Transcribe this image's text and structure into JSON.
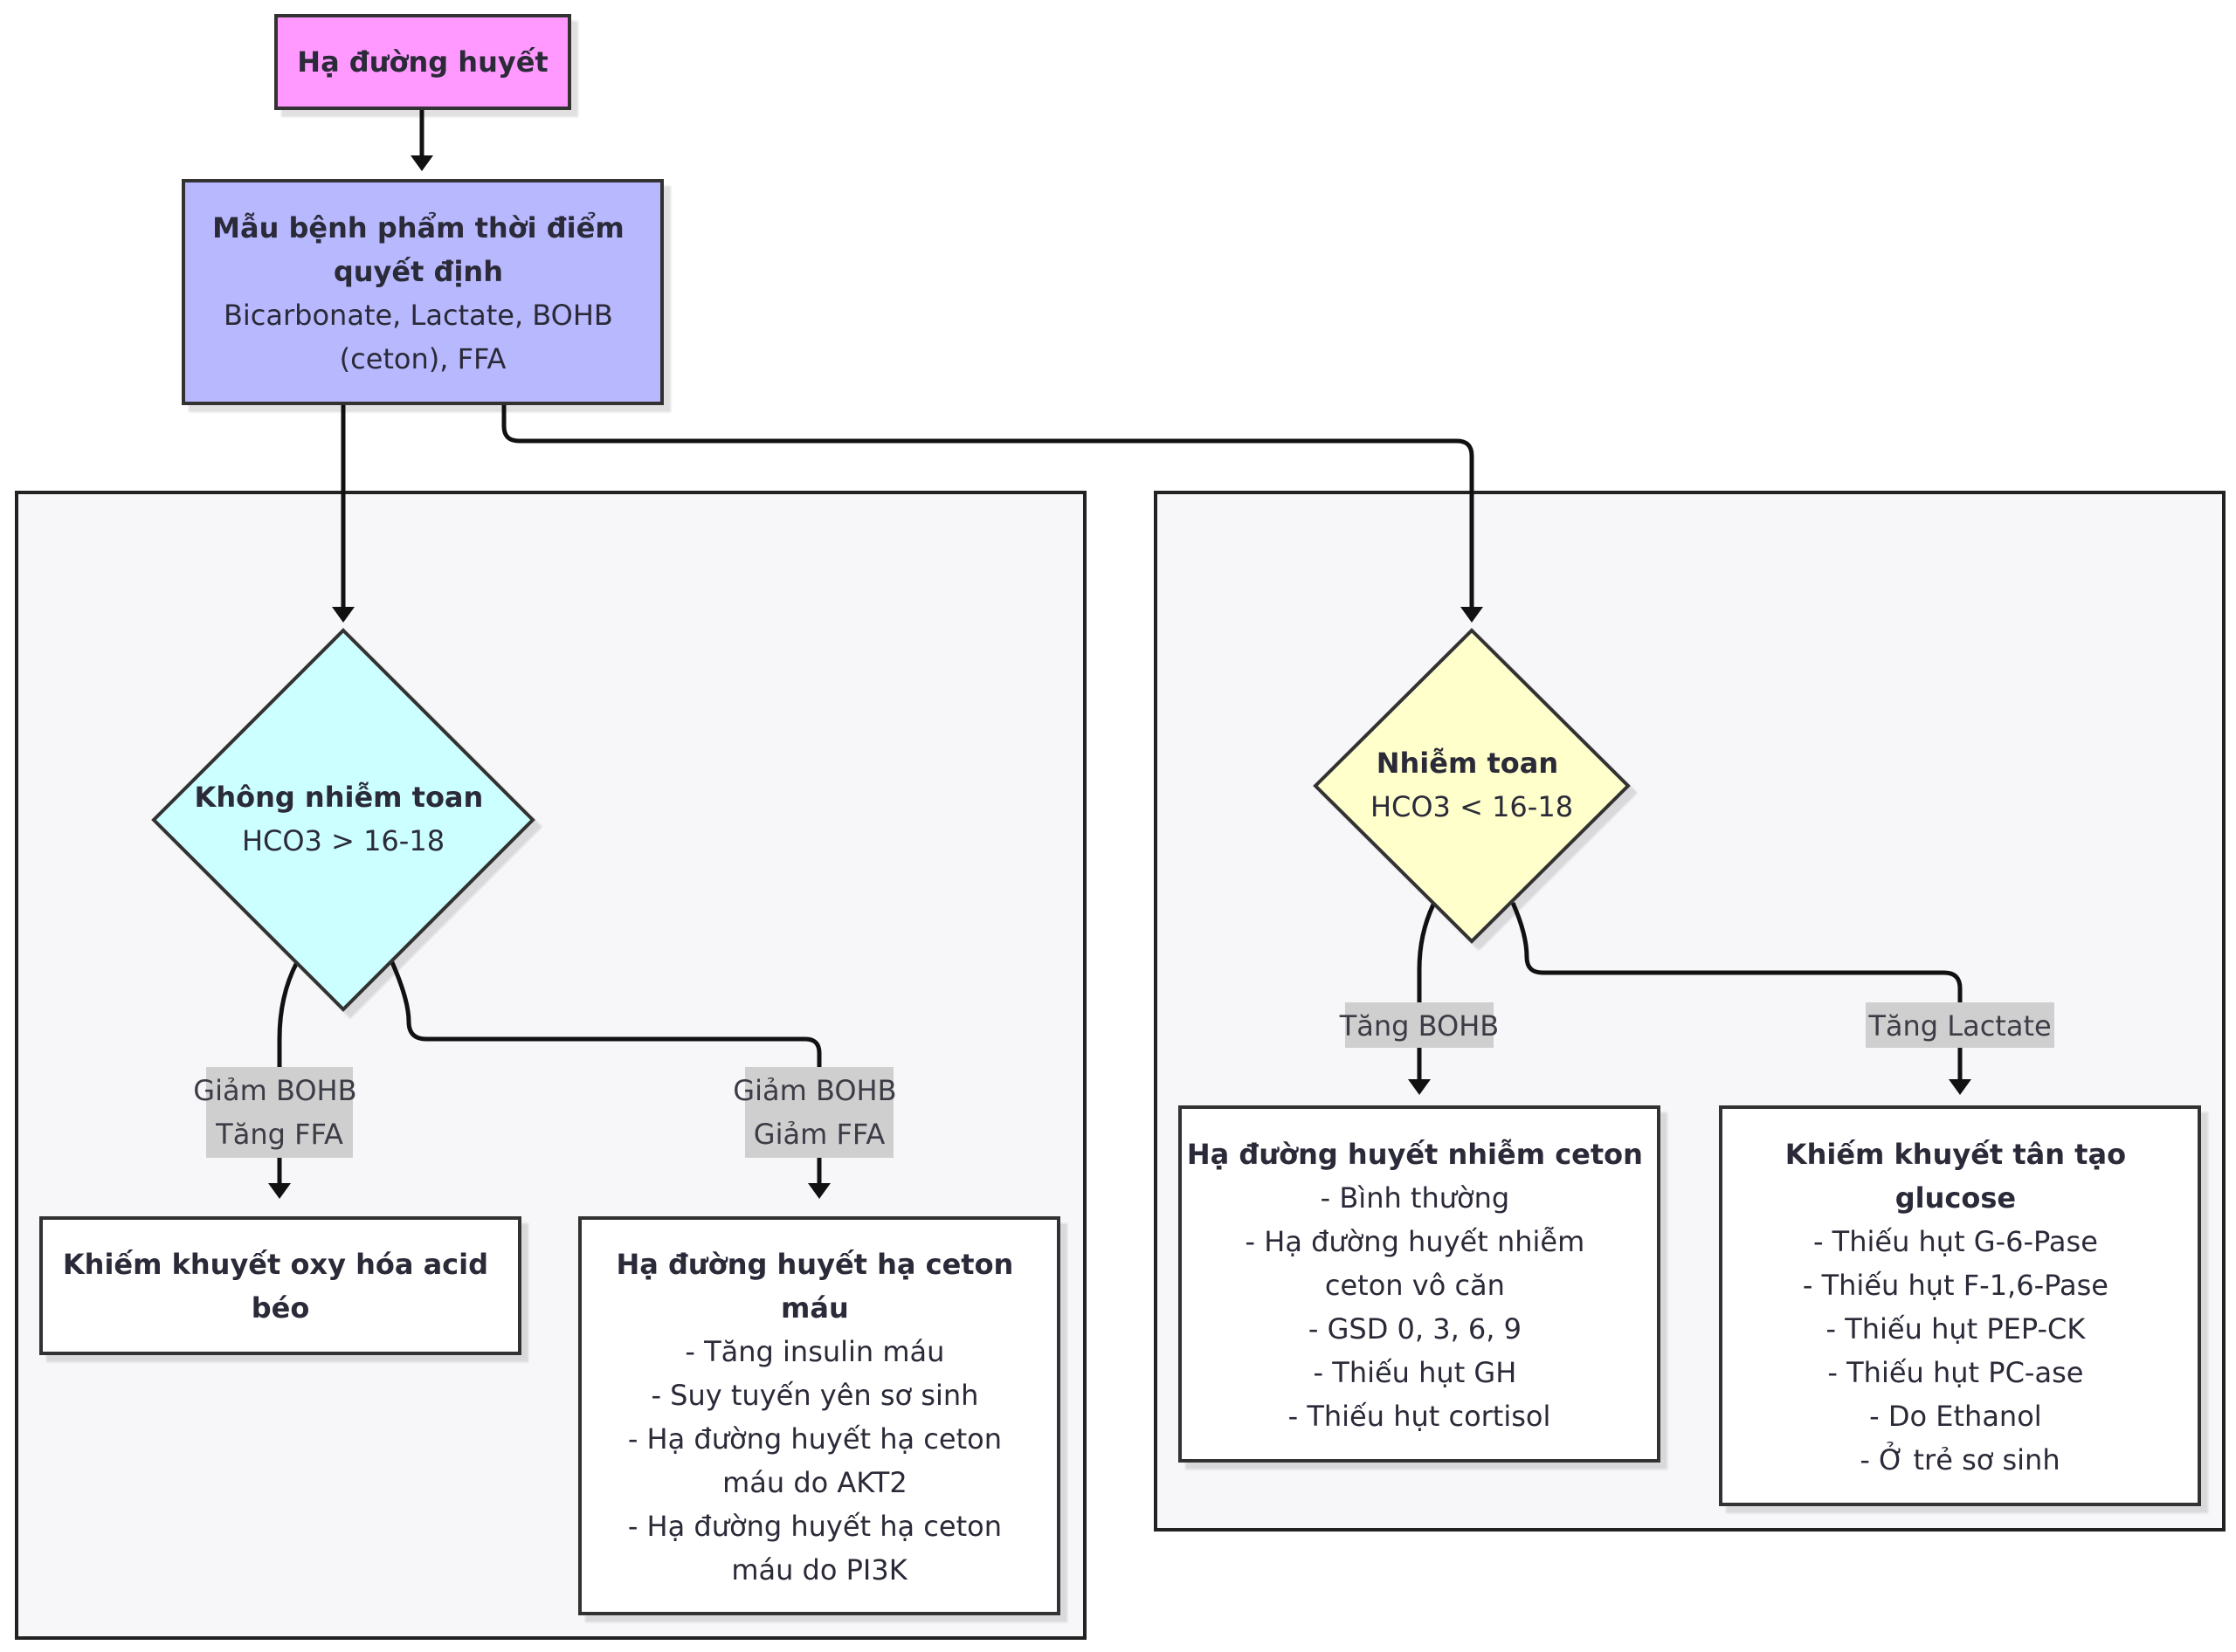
{
  "nodes": {
    "root": {
      "title": "Hạ đường huyết",
      "lines": []
    },
    "sample": {
      "title_lines": [
        "Mẫu bệnh phẩm thời điểm",
        "quyết định"
      ],
      "lines": [
        "Bicarbonate, Lactate, BOHB",
        "(ceton), FFA"
      ]
    },
    "no_acidosis": {
      "title": "Không nhiễm toan",
      "lines": [
        "HCO3 > 16-18"
      ]
    },
    "acidosis": {
      "title": "Nhiễm toan",
      "lines": [
        "HCO3 < 16-18"
      ]
    },
    "fao_defect": {
      "title_lines": [
        "Khiếm khuyết oxy hóa acid",
        "béo"
      ],
      "lines": []
    },
    "hypoketotic": {
      "title_lines": [
        "Hạ đường huyết hạ ceton",
        "máu"
      ],
      "lines": [
        "- Tăng insulin máu",
        "- Suy tuyến yên sơ sinh",
        "- Hạ đường huyết hạ ceton",
        "máu do AKT2",
        "- Hạ đường huyết hạ ceton",
        "máu do PI3K"
      ]
    },
    "ketotic": {
      "title_lines": [
        "Hạ đường huyết nhiễm ceton"
      ],
      "lines": [
        "- Bình thường",
        "- Hạ đường huyết nhiễm",
        "ceton vô căn",
        "- GSD 0, 3, 6, 9",
        "- Thiếu hụt GH",
        "- Thiếu hụt cortisol"
      ]
    },
    "gluconeo_defect": {
      "title_lines": [
        "Khiếm khuyết tân tạo",
        "glucose"
      ],
      "lines": [
        "- Thiếu hụt G-6-Pase",
        "- Thiếu hụt F-1,6-Pase",
        "- Thiếu hụt PEP-CK",
        "- Thiếu hụt PC-ase",
        "- Do Ethanol",
        "- Ở trẻ sơ sinh"
      ]
    }
  },
  "edge_labels": {
    "low_bohb_high_ffa": [
      "Giảm BOHB",
      "Tăng FFA"
    ],
    "low_bohb_low_ffa": [
      "Giảm BOHB",
      "Giảm FFA"
    ],
    "high_bohb": [
      "Tăng BOHB"
    ],
    "high_lactate": [
      "Tăng Lactate"
    ]
  },
  "colors": {
    "root_fill": "#ff99ff",
    "sample_fill": "#b8b8ff",
    "no_acidosis_fill": "#ccffff",
    "acidosis_fill": "#ffffcc",
    "cluster_fill": "#f7f7f9",
    "stroke": "#222222",
    "label_bg": "#cfcfcf"
  }
}
